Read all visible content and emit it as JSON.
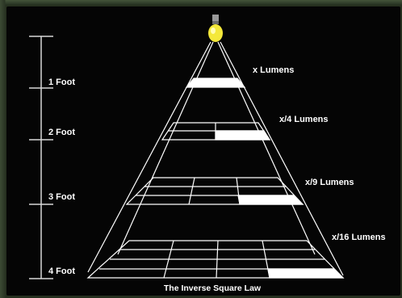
{
  "title": "The Inverse Square Law",
  "distance_labels": [
    "1 Foot",
    "2 Foot",
    "3 Foot",
    "4 Foot"
  ],
  "lumen_labels": [
    "x Lumens",
    "x/4 Lumens",
    "x/9 Lumens",
    "x/16 Lumens"
  ],
  "colors": {
    "background": "#050505",
    "lines": "#ffffff",
    "bulb": "#f4e83a",
    "highlight": "#ffffff"
  },
  "icons": {
    "light_source": "light-bulb-icon"
  }
}
